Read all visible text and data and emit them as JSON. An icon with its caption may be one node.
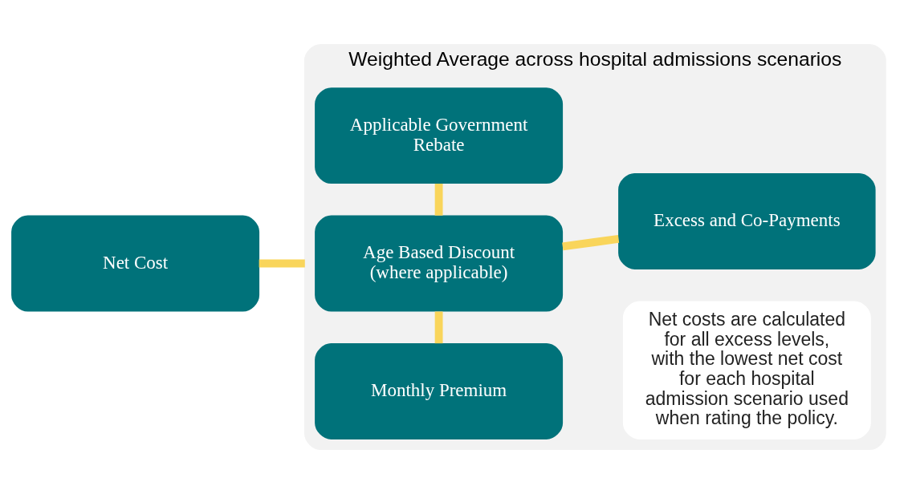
{
  "diagram": {
    "nodes": [
      {
        "text": [
          "Net Cost"
        ]
      },
      {
        "text": [
          "Weighted Average across hospital admissions scenarios"
        ]
      },
      {
        "text": [
          "Monthly Premium"
        ],
        "in": 1
      },
      {
        "text": [
          "Age Based Discount (where applicable)"
        ],
        "in": 1
      },
      {
        "text": [
          "Applicable Government Rebate"
        ],
        "in": 1
      },
      {
        "text": [
          "Excess and Co-Payments"
        ],
        "in": 1
      },
      {
        "text": [
          "Net costs are calculated for all excess levels, with the lowest net cost for each hospital admission scenario used when rating the policy."
        ],
        "in": 1
      }
    ],
    "edges": [
      {
        "from": 0,
        "to": 1,
        "arrow": "none"
      },
      {
        "from": 2,
        "to": 3,
        "arrow": "none"
      },
      {
        "from": 3,
        "to": 4,
        "arrow": "none"
      },
      {
        "from": 3,
        "to": 5,
        "arrow": "none"
      }
    ]
  }
}
